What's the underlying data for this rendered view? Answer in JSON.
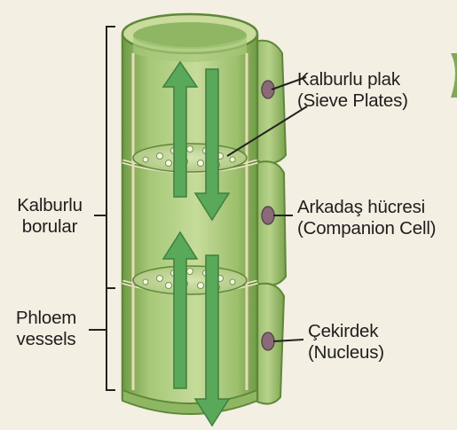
{
  "labels": {
    "sieve_plates": {
      "line1": "Kalburlu plak",
      "line2": "(Sieve Plates)"
    },
    "companion_cell": {
      "line1": "Arkadaş hücresi",
      "line2": "(Companion Cell)"
    },
    "nucleus": {
      "line1": "Çekirdek",
      "line2": "(Nucleus)"
    },
    "sieve_tubes": {
      "line1": "Kalburlu",
      "line2": "borular"
    },
    "phloem_vessels": {
      "line1": "Phloem",
      "line2": "vessels"
    }
  },
  "colors": {
    "background": "#f3efe2",
    "cell_wall": "#7fa85a",
    "cell_interior": "#b9d48c",
    "arrow": "#5aa85a",
    "nucleus": "#8a6a78",
    "leader_line": "#222222"
  }
}
